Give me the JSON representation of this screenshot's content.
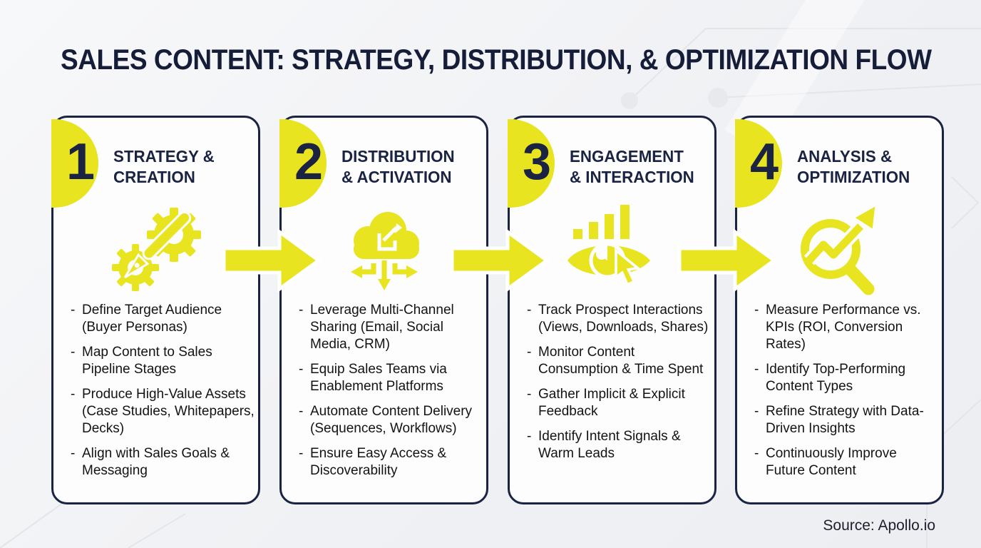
{
  "title": "SALES CONTENT: STRATEGY, DISTRIBUTION, & OPTIMIZATION FLOW",
  "source": "Source: Apollo.io",
  "colors": {
    "accent_yellow": "#e8e41f",
    "navy": "#1b2342",
    "background": "#f1f2f5",
    "card_background": "#fdfdfe",
    "bullet_text": "#131313"
  },
  "icons": {
    "step1": "gears-and-pen-icon",
    "step2": "cloud-share-arrows-icon",
    "step3": "eye-analytics-cursor-icon",
    "step4": "magnifier-trend-icon",
    "connector": "right-block-arrow-icon"
  },
  "steps": [
    {
      "number": "1",
      "title_line1": "STRATEGY &",
      "title_line2": "CREATION",
      "bullets": [
        "Define Target Audience (Buyer Personas)",
        "Map Content to Sales Pipeline Stages",
        "Produce High-Value Assets (Case Studies, Whitepapers, Decks)",
        "Align with Sales Goals & Messaging"
      ]
    },
    {
      "number": "2",
      "title_line1": "DISTRIBUTION",
      "title_line2": "& ACTIVATION",
      "bullets": [
        "Leverage Multi-Channel Sharing (Email, Social Media, CRM)",
        "Equip Sales Teams via Enablement Platforms",
        "Automate Content Delivery (Sequences, Workflows)",
        "Ensure Easy Access & Discoverability"
      ]
    },
    {
      "number": "3",
      "title_line1": "ENGAGEMENT",
      "title_line2": "& INTERACTION",
      "bullets": [
        "Track Prospect Interactions (Views, Downloads, Shares)",
        "Monitor Content Consumption & Time Spent",
        "Gather Implicit & Explicit Feedback",
        "Identify Intent Signals & Warm Leads"
      ]
    },
    {
      "number": "4",
      "title_line1": "ANALYSIS &",
      "title_line2": "OPTIMIZATION",
      "bullets": [
        "Measure Performance vs. KPIs (ROI, Conversion Rates)",
        "Identify Top-Performing Content Types",
        "Refine Strategy with Data-Driven Insights",
        "Continuously Improve Future Content"
      ]
    }
  ]
}
